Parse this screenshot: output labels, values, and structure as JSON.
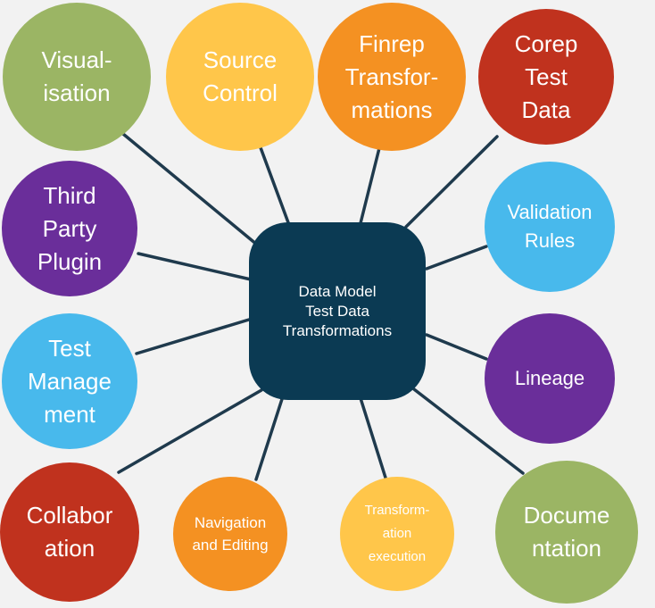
{
  "center": {
    "label": "Data Model\nTest Data\nTransformations",
    "color": "#0b3a53"
  },
  "line_color": "#1f3a4d",
  "nodes": [
    {
      "id": "visualisation",
      "label": "Visual-\nisation",
      "color": "#9bb564"
    },
    {
      "id": "source-control",
      "label": "Source\nControl",
      "color": "#ffc64a"
    },
    {
      "id": "finrep",
      "label": "Finrep\nTransfor-\nmations",
      "color": "#f49122"
    },
    {
      "id": "corep",
      "label": "Corep\nTest\nData",
      "color": "#c0321e"
    },
    {
      "id": "validation",
      "label": "Validation\nRules",
      "color": "#48b9ec"
    },
    {
      "id": "lineage",
      "label": "Lineage",
      "color": "#6a2e9a"
    },
    {
      "id": "documentation",
      "label": "Docume\nntation",
      "color": "#9bb564"
    },
    {
      "id": "transformation-execution",
      "label": "Transform-\nation\nexecution",
      "color": "#ffc64a"
    },
    {
      "id": "navigation",
      "label": "Navigation\nand Editing",
      "color": "#f49122"
    },
    {
      "id": "collaboration",
      "label": "Collabor\nation",
      "color": "#c0321e"
    },
    {
      "id": "test-management",
      "label": "Test\nManage\nment",
      "color": "#48b9ec"
    },
    {
      "id": "third-party",
      "label": "Third\nParty\nPlugin",
      "color": "#6a2e9a"
    }
  ]
}
